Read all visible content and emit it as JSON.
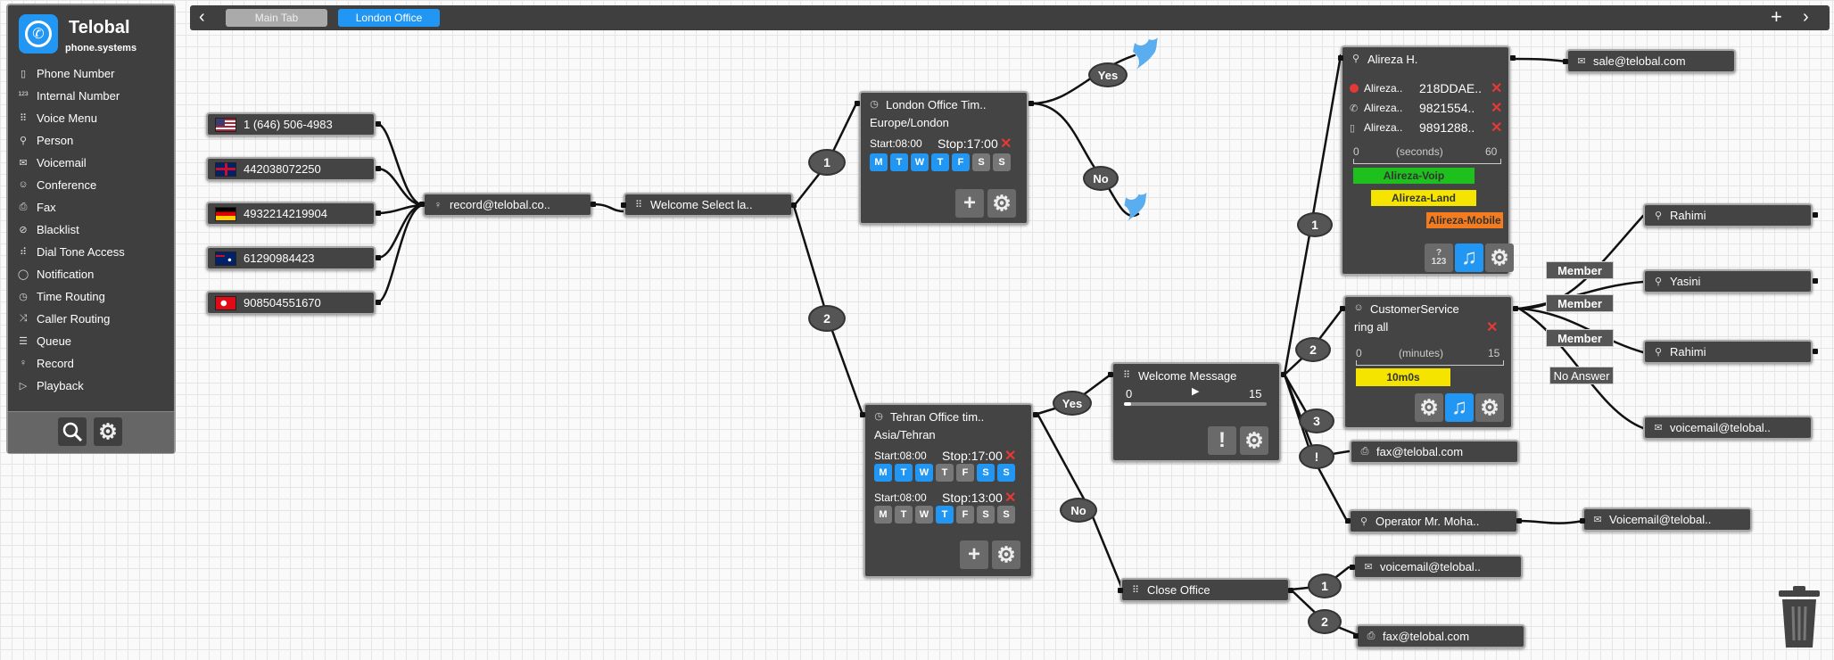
{
  "app": {
    "name": "Telobal",
    "subtitle": "phone.systems"
  },
  "sidebar": {
    "items": [
      {
        "label": "Phone Number",
        "icon": "mobile-phone-icon",
        "glyph": "▯"
      },
      {
        "label": "Internal Number",
        "icon": "numbers-icon",
        "glyph": "¹²³"
      },
      {
        "label": "Voice Menu",
        "icon": "keypad-icon",
        "glyph": "⠿"
      },
      {
        "label": "Person",
        "icon": "person-icon",
        "glyph": "⚲"
      },
      {
        "label": "Voicemail",
        "icon": "envelope-icon",
        "glyph": "✉"
      },
      {
        "label": "Conference",
        "icon": "conference-icon",
        "glyph": "☺"
      },
      {
        "label": "Fax",
        "icon": "fax-icon",
        "glyph": "⎙"
      },
      {
        "label": "Blacklist",
        "icon": "blacklist-icon",
        "glyph": "⊘"
      },
      {
        "label": "Dial Tone Access",
        "icon": "dial-tone-icon",
        "glyph": "⠾"
      },
      {
        "label": "Notification",
        "icon": "speech-bubble-icon",
        "glyph": "◯"
      },
      {
        "label": "Time Routing",
        "icon": "clock-icon",
        "glyph": "◷"
      },
      {
        "label": "Caller Routing",
        "icon": "caller-routing-icon",
        "glyph": "⤨"
      },
      {
        "label": "Queue",
        "icon": "queue-icon",
        "glyph": "☰"
      },
      {
        "label": "Record",
        "icon": "microphone-icon",
        "glyph": "♀"
      },
      {
        "label": "Playback",
        "icon": "play-icon",
        "glyph": "▷"
      }
    ]
  },
  "topbar": {
    "tabs": [
      {
        "label": "Main Tab",
        "active": false
      },
      {
        "label": "London Office",
        "active": true
      }
    ]
  },
  "numbers": [
    {
      "flag": "us",
      "label": "1 (646) 506-4983"
    },
    {
      "flag": "uk",
      "label": "442038072250"
    },
    {
      "flag": "de",
      "label": "4932214219904"
    },
    {
      "flag": "au",
      "label": "61290984423"
    },
    {
      "flag": "tr",
      "label": "908504551670"
    }
  ],
  "record": {
    "label": "record@telobal.co.."
  },
  "welcome_select": {
    "label": "Welcome Select la.."
  },
  "london": {
    "title": "London Office Tim..",
    "tz": "Europe/London",
    "start": "Start:08:00",
    "stop": "Stop:17:00",
    "days": [
      [
        "M",
        1
      ],
      [
        "T",
        1
      ],
      [
        "W",
        1
      ],
      [
        "T",
        1
      ],
      [
        "F",
        1
      ],
      [
        "S",
        0
      ],
      [
        "S",
        0
      ]
    ]
  },
  "tehran": {
    "title": "Tehran Office tim..",
    "tz": "Asia/Tehran",
    "r1": {
      "start": "Start:08:00",
      "stop": "Stop:17:00",
      "days": [
        [
          "M",
          1
        ],
        [
          "T",
          1
        ],
        [
          "W",
          1
        ],
        [
          "T",
          0
        ],
        [
          "F",
          0
        ],
        [
          "S",
          1
        ],
        [
          "S",
          1
        ]
      ]
    },
    "r2": {
      "start": "Start:08:00",
      "stop": "Stop:13:00",
      "days": [
        [
          "M",
          0
        ],
        [
          "T",
          0
        ],
        [
          "W",
          0
        ],
        [
          "T",
          1
        ],
        [
          "F",
          0
        ],
        [
          "S",
          0
        ],
        [
          "S",
          0
        ]
      ]
    }
  },
  "labels": {
    "one": "1",
    "two": "2",
    "three": "3",
    "bang": "!",
    "yes": "Yes",
    "no": "No",
    "member": "Member",
    "no_answer": "No Answer"
  },
  "welcome_msg": {
    "title": "Welcome Message",
    "min": "0",
    "max": "15",
    "progress": 0.05
  },
  "close_office": {
    "label": "Close Office"
  },
  "alireza": {
    "title": "Alireza H.",
    "rows": [
      {
        "name": "Alireza..",
        "value": "218DDAE..",
        "icon": "red-dot-icon"
      },
      {
        "name": "Alireza..",
        "value": "9821554..",
        "icon": "phone-icon"
      },
      {
        "name": "Alireza..",
        "value": "9891288..",
        "icon": "mobile-icon"
      }
    ],
    "scale_min": "0",
    "scale_unit": "(seconds)",
    "scale_max": "60",
    "bars": [
      {
        "label": "Alireza-Voip",
        "color": "#1ec01e"
      },
      {
        "label": "Alireza-Land",
        "color": "#f5e400"
      },
      {
        "label": "Alireza-Mobile",
        "color": "#f57c1e"
      }
    ],
    "q123": "?\n123"
  },
  "sale": {
    "label": "sale@telobal.com"
  },
  "customer_service": {
    "title": "CustomerService",
    "mode": "ring all",
    "scale_min": "0",
    "scale_unit": "(minutes)",
    "scale_max": "15",
    "time": "10m0s"
  },
  "members": [
    {
      "label": "Rahimi"
    },
    {
      "label": "Yasini"
    },
    {
      "label": "Rahimi"
    }
  ],
  "voicemail_cs": {
    "label": "voicemail@telobal.."
  },
  "fax1": {
    "label": "fax@telobal.com"
  },
  "operator": {
    "label": "Operator Mr. Moha.."
  },
  "voicemail_op": {
    "label": "Voicemail@telobal.."
  },
  "voicemail_close": {
    "label": "voicemail@telobal.."
  },
  "fax2": {
    "label": "fax@telobal.com"
  },
  "colors": {
    "accent": "#2196f3",
    "node": "#444444",
    "danger": "#e53935"
  }
}
